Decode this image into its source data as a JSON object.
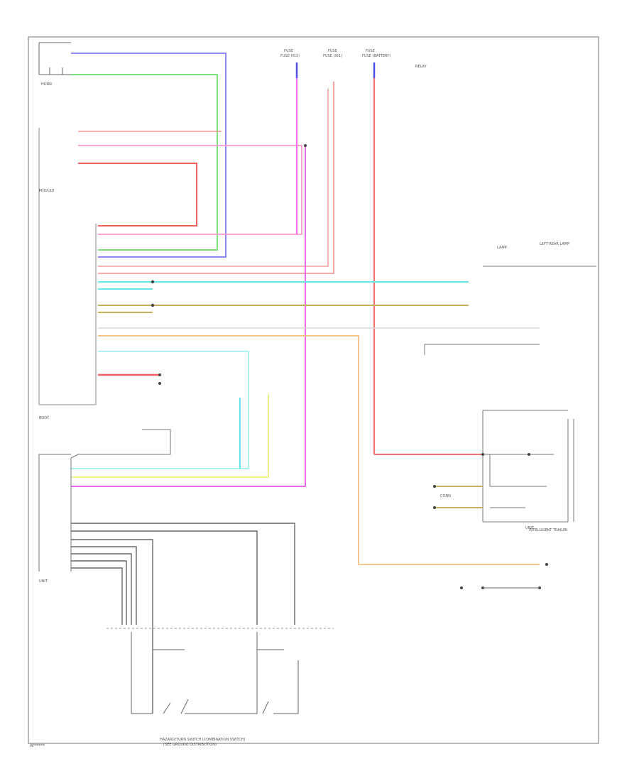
{
  "colors": {
    "frame": "#8a8a8a",
    "blue": "#8a8af0",
    "green": "#7ce07c",
    "red": "#ef7070",
    "pink": "#f08ad8",
    "magenta": "#ea6ae8",
    "cyan": "#66e6ea",
    "olive": "#c8b060",
    "orange": "#f0c080",
    "yellow": "#f2ee8a",
    "gray": "#909090",
    "dark": "#555555"
  },
  "labels": {
    "footer_left": "W*****",
    "bottom_caption_1": "HAZARD/TURN SWITCH (COMBINATION SWITCH)",
    "bottom_caption_2": "(SEE GROUND DISTRIBUTION)",
    "top_fuse_1": "FUSE (IG1)",
    "top_fuse_2": "FUSE (IG1)",
    "top_fuse_3": "FUSE (BATTERY)",
    "right_unit_caption": "INTELLIGENT TRAILER",
    "right_top_caption": "LEFT REAR LAMP"
  }
}
